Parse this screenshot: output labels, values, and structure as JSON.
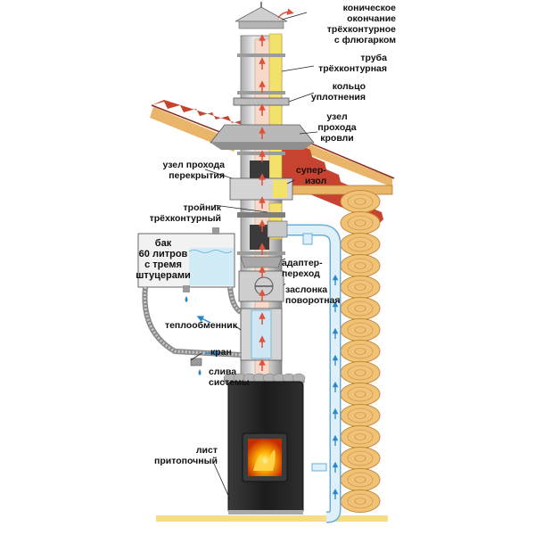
{
  "labels": {
    "cap_line1": "коническое",
    "cap_line2": "окончание",
    "cap_line3": "трёхконтурное",
    "cap_line4": "с флюгарком",
    "pipe_line1": "труба",
    "pipe_line2": "трёхконтурная",
    "ring_line1": "кольцо",
    "ring_line2": "уплотнения",
    "roof_line1": "узел",
    "roof_line2": "прохода",
    "roof_line3": "кровли",
    "ceiling_line1": "узел прохода",
    "ceiling_line2": "перекрытия",
    "superizol_line1": "супер-",
    "superizol_line2": "изол",
    "tee_line1": "тройник",
    "tee_line2": "трёхконтурный",
    "tank_line1": "бак",
    "tank_line2": "60 литров",
    "tank_line3": "с тремя",
    "tank_line4": "штуцерами",
    "adapter_line1": "адаптер-",
    "adapter_line2": "переход",
    "damper_line1": "заслонка",
    "damper_line2": "поворотная",
    "heatx": "теплообменник",
    "tap": "кран",
    "drain_line1": "слива",
    "drain_line2": "системы",
    "sheet_line1": "лист",
    "sheet_line2": "притопочный"
  },
  "colors": {
    "pipe_body": "#d7d7d7",
    "pipe_dark": "#8e8e8e",
    "flue_core": "#f6d9c9",
    "insulation": "#f3e26a",
    "hot_arrow": "#e0503a",
    "cold_arrow": "#2a88c9",
    "water_pipe": "#dff0fb",
    "water_outline": "#6aaed6",
    "log_fill": "#f0c277",
    "log_ring": "#c88a36",
    "roof_red": "#c7432f",
    "roof_board": "#e9b56a",
    "stove_body": "#232323",
    "floor": "#f6dc8a",
    "tank_water": "#d2ecf7"
  }
}
